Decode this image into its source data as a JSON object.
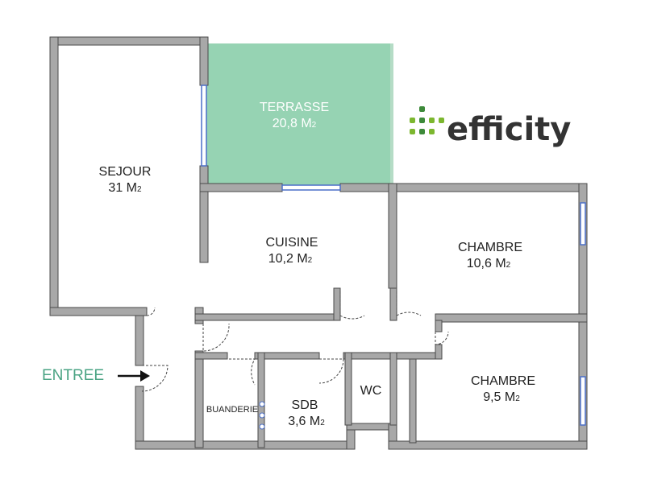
{
  "brand": {
    "name": "efficity",
    "color_dark": "#333333",
    "color_green": "#7cb72f",
    "color_dark_green": "#3d8a3a"
  },
  "entry": {
    "label": "ENTREE",
    "color": "#4aa383"
  },
  "colors": {
    "wall": "#a8a8a8",
    "wall_edge": "#4a4a4a",
    "terrace": "#96d3b3",
    "window": "#4a6fc8"
  },
  "rooms": {
    "sejour": {
      "name": "SEJOUR",
      "area": "31 M",
      "unit_sub": "2"
    },
    "terrasse": {
      "name": "TERRASSE",
      "area": "20,8 M",
      "unit_sub": "2"
    },
    "cuisine": {
      "name": "CUISINE",
      "area": "10,2 M",
      "unit_sub": "2"
    },
    "chambre1": {
      "name": "CHAMBRE",
      "area": "10,6 M",
      "unit_sub": "2"
    },
    "chambre2": {
      "name": "CHAMBRE",
      "area": "9,5 M",
      "unit_sub": "2"
    },
    "buanderie": {
      "name": "BUANDERIE"
    },
    "sdb": {
      "name": "SDB",
      "area": "3,6 M",
      "unit_sub": "2"
    },
    "wc": {
      "name": "WC"
    }
  }
}
